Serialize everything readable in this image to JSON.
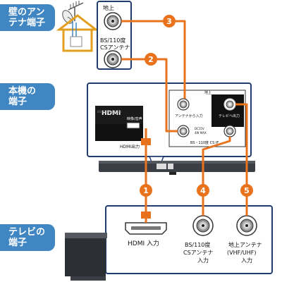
{
  "sections": {
    "wall": {
      "line1": "壁のアン",
      "line2": "テナ端子"
    },
    "unit": {
      "line1": "本機の",
      "line2": "端子"
    },
    "tv": {
      "line1": "テレビの",
      "line2": "端子"
    }
  },
  "wall_panel": {
    "top_label": "地上",
    "bottom_line1": "BS/110度",
    "bottom_line2": "CSアンテナ"
  },
  "unit_panel": {
    "hdmi_logo": "HDMI",
    "hdmi_sub": "映像/音声",
    "hdmi_caption": "HDMI出力",
    "bs_label": "BS/CS SELECTOR",
    "ant_group": "地上",
    "ant_in": "アンテナから入力",
    "tv_out": "テレビへ出力",
    "bs_in_small1": "DC15V",
    "bs_in_small2": "4W MAX",
    "bs_group": "BS・110度 CS IF"
  },
  "tv_panel": {
    "hdmi_in": "HDMI 入力",
    "bs_line1": "BS/110度",
    "bs_line2": "CSアンテナ",
    "bs_line3": "入力",
    "ter_line1": "地上アンテナ",
    "ter_line2": "(VHF/UHF)",
    "ter_line3": "入力"
  },
  "cables": [
    {
      "number": "1"
    },
    {
      "number": "2"
    },
    {
      "number": "3"
    },
    {
      "number": "4"
    },
    {
      "number": "5"
    }
  ],
  "colors": {
    "cable": "#e8731c",
    "badge": "#3f86c2",
    "panel_border": "#1f3d6e",
    "device": "#3b3f45"
  }
}
